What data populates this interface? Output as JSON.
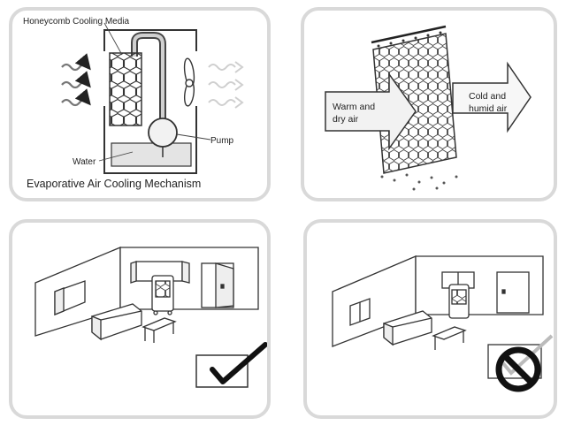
{
  "panels": {
    "mechanism": {
      "title": "Evaporative Air Cooling Mechanism",
      "labels": {
        "media": "Honeycomb Cooling Media",
        "pump": "Pump",
        "water": "Water"
      }
    },
    "airflow": {
      "inlet": [
        "Warm and",
        "dry air"
      ],
      "outlet": [
        "Cold and",
        "humid air"
      ]
    },
    "room_ok": {
      "verdict": "check-mark"
    },
    "room_bad": {
      "verdict": "prohibition-sign"
    }
  },
  "icons": [
    "check-icon",
    "prohibited-icon",
    "fan-icon",
    "pump-icon"
  ]
}
